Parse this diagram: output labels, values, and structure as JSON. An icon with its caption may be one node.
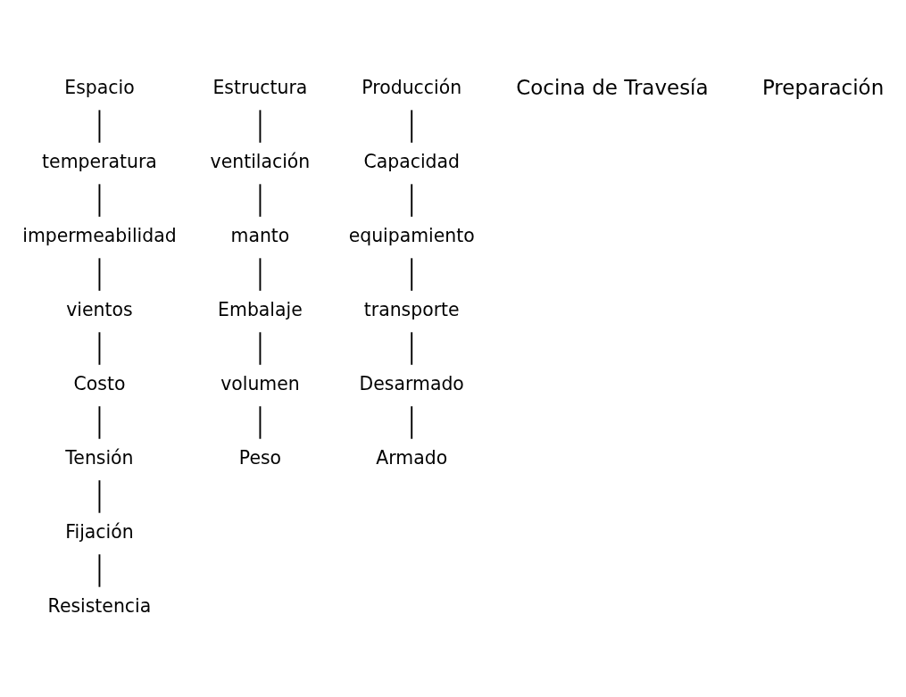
{
  "diagram": {
    "nodes": [
      {
        "text": [
          "Costo"
        ]
      },
      {
        "text": [
          "vientos"
        ]
      },
      {
        "text": [
          "Tensión"
        ]
      },
      {
        "text": [
          "Estructura"
        ]
      },
      {
        "text": [
          "ventilación"
        ]
      },
      {
        "text": [
          "Fijación"
        ]
      },
      {
        "text": [
          "impermeabilidad"
        ]
      },
      {
        "text": [
          "manto"
        ]
      },
      {
        "text": [
          "Resistencia"
        ]
      },
      {
        "text": [
          "temperatura"
        ]
      },
      {
        "text": [
          "Producción"
        ]
      },
      {
        "text": [
          "Capacidad"
        ]
      },
      {
        "text": [
          "Armado"
        ]
      },
      {
        "text": [
          "Embalaje"
        ]
      },
      {
        "text": [
          "Espacio"
        ]
      },
      {
        "text": [
          "equipamiento"
        ]
      },
      {
        "text": [
          "Desarmado"
        ]
      },
      {
        "text": [
          "transporte"
        ]
      },
      {
        "text": [
          "volumen"
        ]
      },
      {
        "text": [
          "Peso"
        ]
      }
    ],
    "edges": [
      {
        "from": 1,
        "to": 0,
        "arrow": "none"
      },
      {
        "from": 0,
        "to": 2,
        "arrow": "none"
      },
      {
        "from": 2,
        "to": 5,
        "arrow": "none"
      },
      {
        "from": 5,
        "to": 8,
        "arrow": "none"
      },
      {
        "from": 3,
        "to": 4,
        "arrow": "none"
      },
      {
        "from": 4,
        "to": 7,
        "arrow": "none"
      },
      {
        "from": 7,
        "to": 13,
        "arrow": "none"
      },
      {
        "from": 13,
        "to": 18,
        "arrow": "none"
      },
      {
        "from": 18,
        "to": 19,
        "arrow": "none"
      },
      {
        "from": 14,
        "to": 9,
        "arrow": "none"
      },
      {
        "from": 9,
        "to": 6,
        "arrow": "none"
      },
      {
        "from": 6,
        "to": 1,
        "arrow": "none"
      },
      {
        "from": 10,
        "to": 11,
        "arrow": "none"
      },
      {
        "from": 11,
        "to": 15,
        "arrow": "none"
      },
      {
        "from": 15,
        "to": 17,
        "arrow": "none"
      },
      {
        "from": 17,
        "to": 16,
        "arrow": "none"
      },
      {
        "from": 16,
        "to": 12,
        "arrow": "none"
      }
    ],
    "labels": [
      "Cocina de Travesía",
      "Preparación"
    ]
  }
}
